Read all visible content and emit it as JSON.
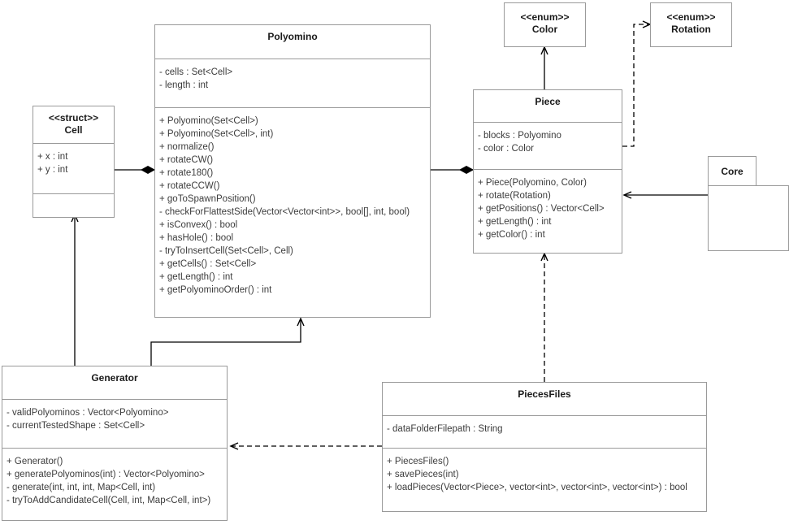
{
  "diagram": {
    "kind": "uml-class-diagram",
    "background": "#ffffff",
    "line_color": "#000000",
    "box_border_color": "#9a9a9a",
    "text_color": "#3c3c3c",
    "title_color": "#1a1a1a"
  },
  "classes": {
    "cell": {
      "stereotype": "<<struct>>",
      "name": "Cell",
      "attributes": [
        "+ x : int",
        "+ y : int"
      ],
      "operations": []
    },
    "polyomino": {
      "stereotype": "",
      "name": "Polyomino",
      "attributes": [
        "- cells : Set<Cell>",
        "- length : int"
      ],
      "operations": [
        "+ Polyomino(Set<Cell>)",
        "+ Polyomino(Set<Cell>, int)",
        "+ normalize()",
        "+ rotateCW()",
        "+ rotate180()",
        "+ rotateCCW()",
        "+ goToSpawnPosition()",
        "- checkForFlattestSide(Vector<Vector<int>>, bool[], int, bool)",
        "+ isConvex() : bool",
        "+ hasHole() : bool",
        "- tryToInsertCell(Set<Cell>, Cell)",
        "+ getCells() : Set<Cell>",
        "+ getLength() : int",
        "+ getPolyominoOrder() : int"
      ]
    },
    "color": {
      "stereotype": "<<enum>>",
      "name": "Color",
      "attributes": [],
      "operations": []
    },
    "rotation": {
      "stereotype": "<<enum>>",
      "name": "Rotation",
      "attributes": [],
      "operations": []
    },
    "piece": {
      "stereotype": "",
      "name": "Piece",
      "attributes": [
        "- blocks : Polyomino",
        "- color : Color"
      ],
      "operations": [
        "+ Piece(Polyomino, Color)",
        "+ rotate(Rotation)",
        "+ getPositions() : Vector<Cell>",
        "+ getLength() : int",
        "+ getColor() : int"
      ]
    },
    "core": {
      "stereotype": "",
      "name": "Core",
      "attributes": [],
      "operations": []
    },
    "generator": {
      "stereotype": "",
      "name": "Generator",
      "attributes": [
        "- validPolyominos : Vector<Polyomino>",
        "- currentTestedShape : Set<Cell>"
      ],
      "operations": [
        "+ Generator()",
        "+ generatePolyominos(int) : Vector<Polyomino>",
        "- generate(int, int, int, Map<Cell, int)",
        "- tryToAddCandidateCell(Cell, int, Map<Cell, int>)"
      ]
    },
    "piecesfiles": {
      "stereotype": "",
      "name": "PiecesFiles",
      "attributes": [
        "- dataFolderFilepath : String"
      ],
      "operations": [
        "+ PiecesFiles()",
        "+ savePieces(int)",
        "+ loadPieces(Vector<Piece>, vector<int>, vector<int>, vector<int>) : bool"
      ]
    }
  },
  "relationships": [
    {
      "name": "cell-to-polyomino-composition",
      "from": "Cell",
      "to": "Polyomino",
      "type": "composition",
      "style": "solid",
      "head": "filled-diamond"
    },
    {
      "name": "polyomino-to-piece-composition",
      "from": "Polyomino",
      "to": "Piece",
      "type": "composition",
      "style": "solid",
      "head": "filled-diamond"
    },
    {
      "name": "piece-to-color-association",
      "from": "Piece",
      "to": "Color",
      "type": "association",
      "style": "solid",
      "head": "open-arrow"
    },
    {
      "name": "piece-to-rotation-dependency",
      "from": "Piece",
      "to": "Rotation",
      "type": "dependency",
      "style": "dashed",
      "head": "open-arrow"
    },
    {
      "name": "core-to-piece-association",
      "from": "Core",
      "to": "Piece",
      "type": "association",
      "style": "solid",
      "head": "open-arrow"
    },
    {
      "name": "generator-to-cell-association",
      "from": "Generator",
      "to": "Cell",
      "type": "association",
      "style": "solid",
      "head": "open-arrow"
    },
    {
      "name": "generator-to-polyomino-association",
      "from": "Generator",
      "to": "Polyomino",
      "type": "association",
      "style": "solid",
      "head": "open-arrow"
    },
    {
      "name": "piecesfiles-to-piece-dependency",
      "from": "PiecesFiles",
      "to": "Piece",
      "type": "dependency",
      "style": "dashed",
      "head": "open-arrow"
    },
    {
      "name": "piecesfiles-to-generator-dependency",
      "from": "PiecesFiles",
      "to": "Generator",
      "type": "dependency",
      "style": "dashed",
      "head": "open-arrow"
    }
  ]
}
